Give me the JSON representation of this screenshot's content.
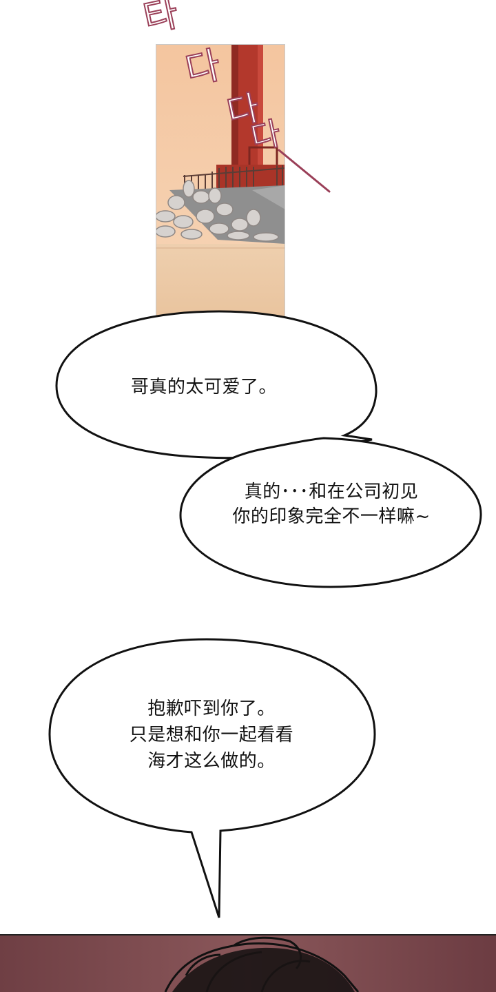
{
  "sound_effect": {
    "chars": [
      "타",
      "다",
      "다",
      "다"
    ]
  },
  "bubbles": [
    {
      "lines": [
        "哥真的太可爱了。"
      ]
    },
    {
      "lines": [
        "真的･･･和在公司初见",
        "你的印象完全不一样嘛~"
      ]
    },
    {
      "lines": [
        "抱歉吓到你了。",
        "只是想和你一起看看",
        "海才这么做的。"
      ]
    }
  ],
  "colors": {
    "lighthouse_red": "#b3382c",
    "sky": "#f0c09a",
    "sand": "#ecc9a4",
    "sfx_ink": "#9a3f58",
    "bottom_panel": "#7a4a4e"
  }
}
